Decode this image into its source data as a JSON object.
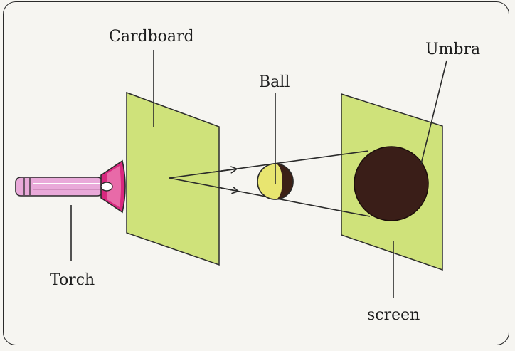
{
  "labels": {
    "cardboard": "Cardboard",
    "ball": "Ball",
    "umbra": "Umbra",
    "torch": "Torch",
    "screen": "screen"
  },
  "colors": {
    "panel": "#cfe27a",
    "panel_stroke": "#2c2c2c",
    "umbra": "#3a1e18",
    "ball_lit": "#e8e570",
    "ball_dark": "#3c2016",
    "torch_body": "#e9a9d9",
    "torch_head": "#d8287f",
    "line": "#2a2a2a"
  }
}
